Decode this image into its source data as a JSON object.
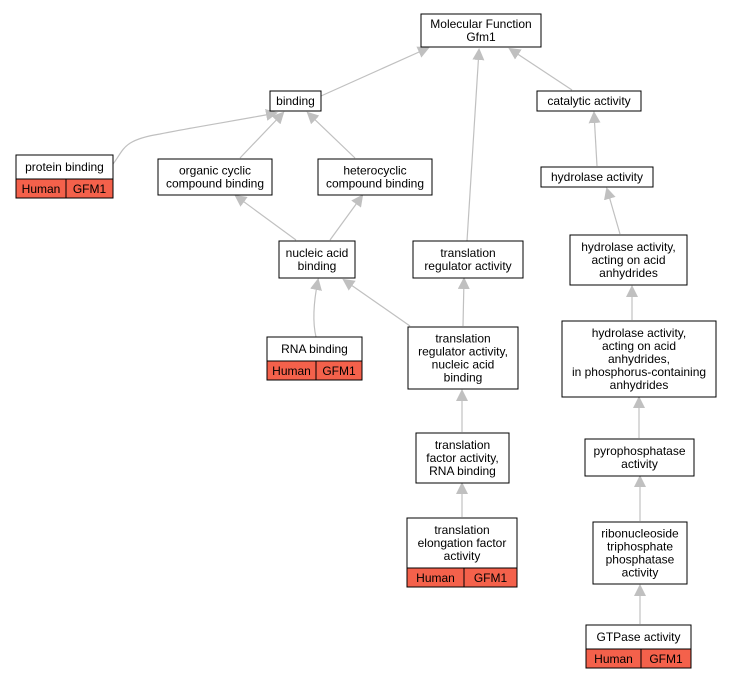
{
  "colors": {
    "edge": "#c0c0c0",
    "node_border": "#000000",
    "node_fill": "#ffffff",
    "annotation_fill": "#f4614b"
  },
  "nodes": {
    "molecular_function": {
      "lines": [
        "Molecular Function",
        "Gfm1"
      ]
    },
    "binding": {
      "lines": [
        "binding"
      ]
    },
    "catalytic_activity": {
      "lines": [
        "catalytic activity"
      ]
    },
    "protein_binding": {
      "lines": [
        "protein binding"
      ],
      "annotation": {
        "species": "Human",
        "gene": "GFM1"
      }
    },
    "organic_cyclic": {
      "lines": [
        "organic cyclic",
        "compound binding"
      ]
    },
    "heterocyclic": {
      "lines": [
        "heterocyclic",
        "compound binding"
      ]
    },
    "hydrolase_activity": {
      "lines": [
        "hydrolase activity"
      ]
    },
    "nucleic_acid_binding": {
      "lines": [
        "nucleic acid",
        "binding"
      ]
    },
    "translation_regulator": {
      "lines": [
        "translation",
        "regulator activity"
      ]
    },
    "hydrolase_acid_anhydrides": {
      "lines": [
        "hydrolase activity,",
        "acting on acid",
        "anhydrides"
      ]
    },
    "rna_binding": {
      "lines": [
        "RNA binding"
      ],
      "annotation": {
        "species": "Human",
        "gene": "GFM1"
      }
    },
    "translation_regulator_nucleic": {
      "lines": [
        "translation",
        "regulator activity,",
        "nucleic acid",
        "binding"
      ]
    },
    "hydrolase_phosphorus": {
      "lines": [
        "hydrolase activity,",
        "acting on acid",
        "anhydrides,",
        "in phosphorus-containing",
        "anhydrides"
      ]
    },
    "translation_factor_rna": {
      "lines": [
        "translation",
        "factor activity,",
        "RNA binding"
      ]
    },
    "pyrophosphatase": {
      "lines": [
        "pyrophosphatase",
        "activity"
      ]
    },
    "translation_elongation": {
      "lines": [
        "translation",
        "elongation factor",
        "activity"
      ],
      "annotation": {
        "species": "Human",
        "gene": "GFM1"
      }
    },
    "ribonucleoside": {
      "lines": [
        "ribonucleoside",
        "triphosphate",
        "phosphatase",
        "activity"
      ]
    },
    "gtpase": {
      "lines": [
        "GTPase activity"
      ],
      "annotation": {
        "species": "Human",
        "gene": "GFM1"
      }
    }
  },
  "edges": [
    {
      "from": "binding",
      "to": "molecular_function"
    },
    {
      "from": "catalytic_activity",
      "to": "molecular_function"
    },
    {
      "from": "translation_regulator",
      "to": "molecular_function"
    },
    {
      "from": "protein_binding",
      "to": "binding"
    },
    {
      "from": "organic_cyclic",
      "to": "binding"
    },
    {
      "from": "heterocyclic",
      "to": "binding"
    },
    {
      "from": "hydrolase_activity",
      "to": "catalytic_activity"
    },
    {
      "from": "nucleic_acid_binding",
      "to": "organic_cyclic"
    },
    {
      "from": "nucleic_acid_binding",
      "to": "heterocyclic"
    },
    {
      "from": "hydrolase_acid_anhydrides",
      "to": "hydrolase_activity"
    },
    {
      "from": "rna_binding",
      "to": "nucleic_acid_binding"
    },
    {
      "from": "translation_regulator_nucleic",
      "to": "nucleic_acid_binding"
    },
    {
      "from": "translation_regulator_nucleic",
      "to": "translation_regulator"
    },
    {
      "from": "hydrolase_phosphorus",
      "to": "hydrolase_acid_anhydrides"
    },
    {
      "from": "translation_factor_rna",
      "to": "translation_regulator_nucleic"
    },
    {
      "from": "pyrophosphatase",
      "to": "hydrolase_phosphorus"
    },
    {
      "from": "translation_elongation",
      "to": "translation_factor_rna"
    },
    {
      "from": "ribonucleoside",
      "to": "pyrophosphatase"
    },
    {
      "from": "gtpase",
      "to": "ribonucleoside"
    }
  ]
}
